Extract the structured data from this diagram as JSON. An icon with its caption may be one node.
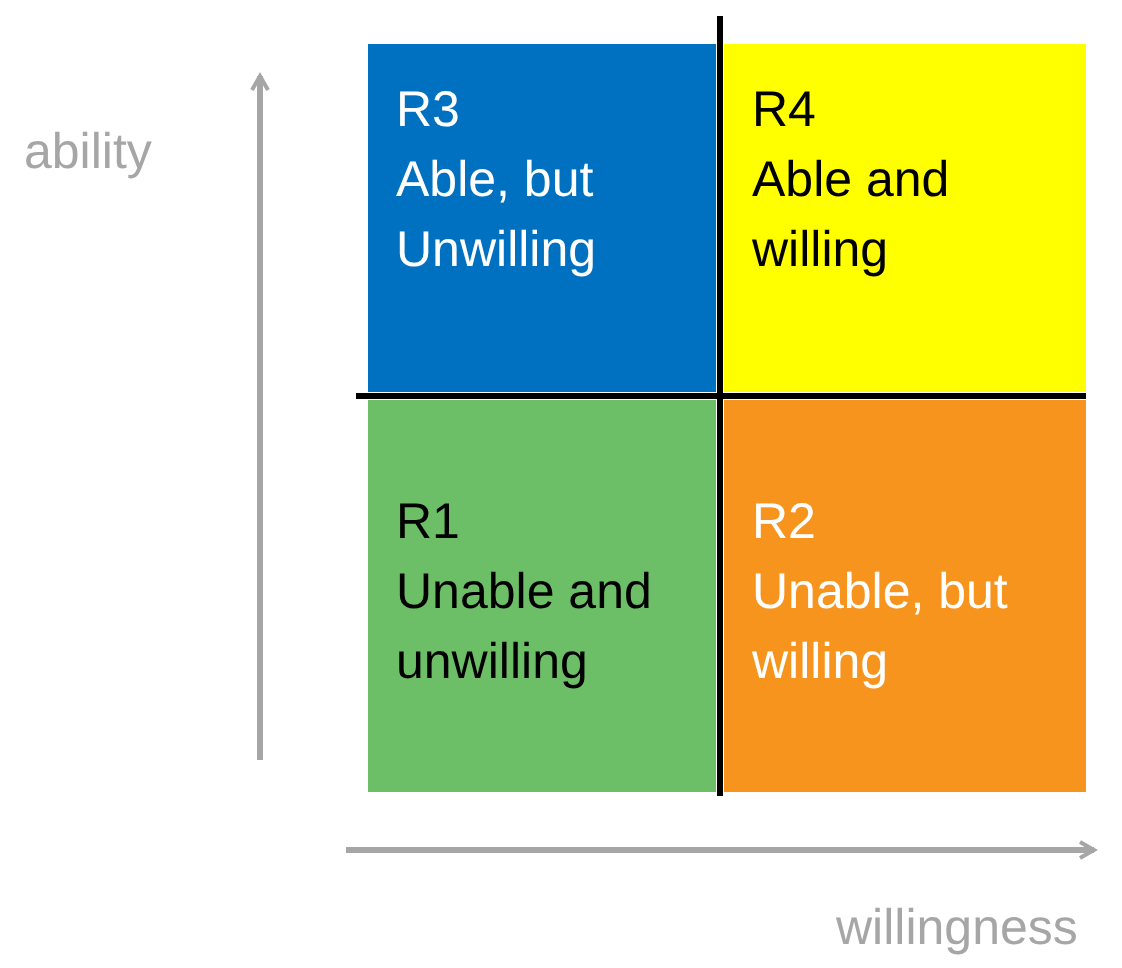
{
  "diagram": {
    "nodes": [
      {
        "text": [
          "R3",
          "Able, but Unwilling"
        ]
      },
      {
        "text": [
          "R4",
          "Able and willing"
        ]
      },
      {
        "text": [
          "R1",
          "Unable and unwilling"
        ]
      },
      {
        "text": [
          "R2",
          "Unable, but willing"
        ]
      }
    ],
    "edges": [],
    "labels": [
      "ability",
      "willingness"
    ]
  }
}
